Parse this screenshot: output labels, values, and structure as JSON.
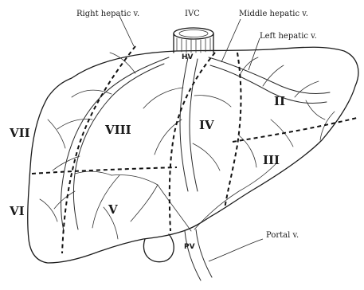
{
  "labels": {
    "right_hepatic_v": "Right hepatic v.",
    "ivc": "IVC",
    "middle_hepatic_v": "Middle hepatic v.",
    "left_hepatic_v": "Left hepatic v.",
    "hv": "HV",
    "pv": "PV",
    "portal_v": "Portal v."
  },
  "segments": {
    "II": "II",
    "III": "III",
    "IV": "IV",
    "V": "V",
    "VI": "VI",
    "VII": "VII",
    "VIII": "VIII"
  }
}
